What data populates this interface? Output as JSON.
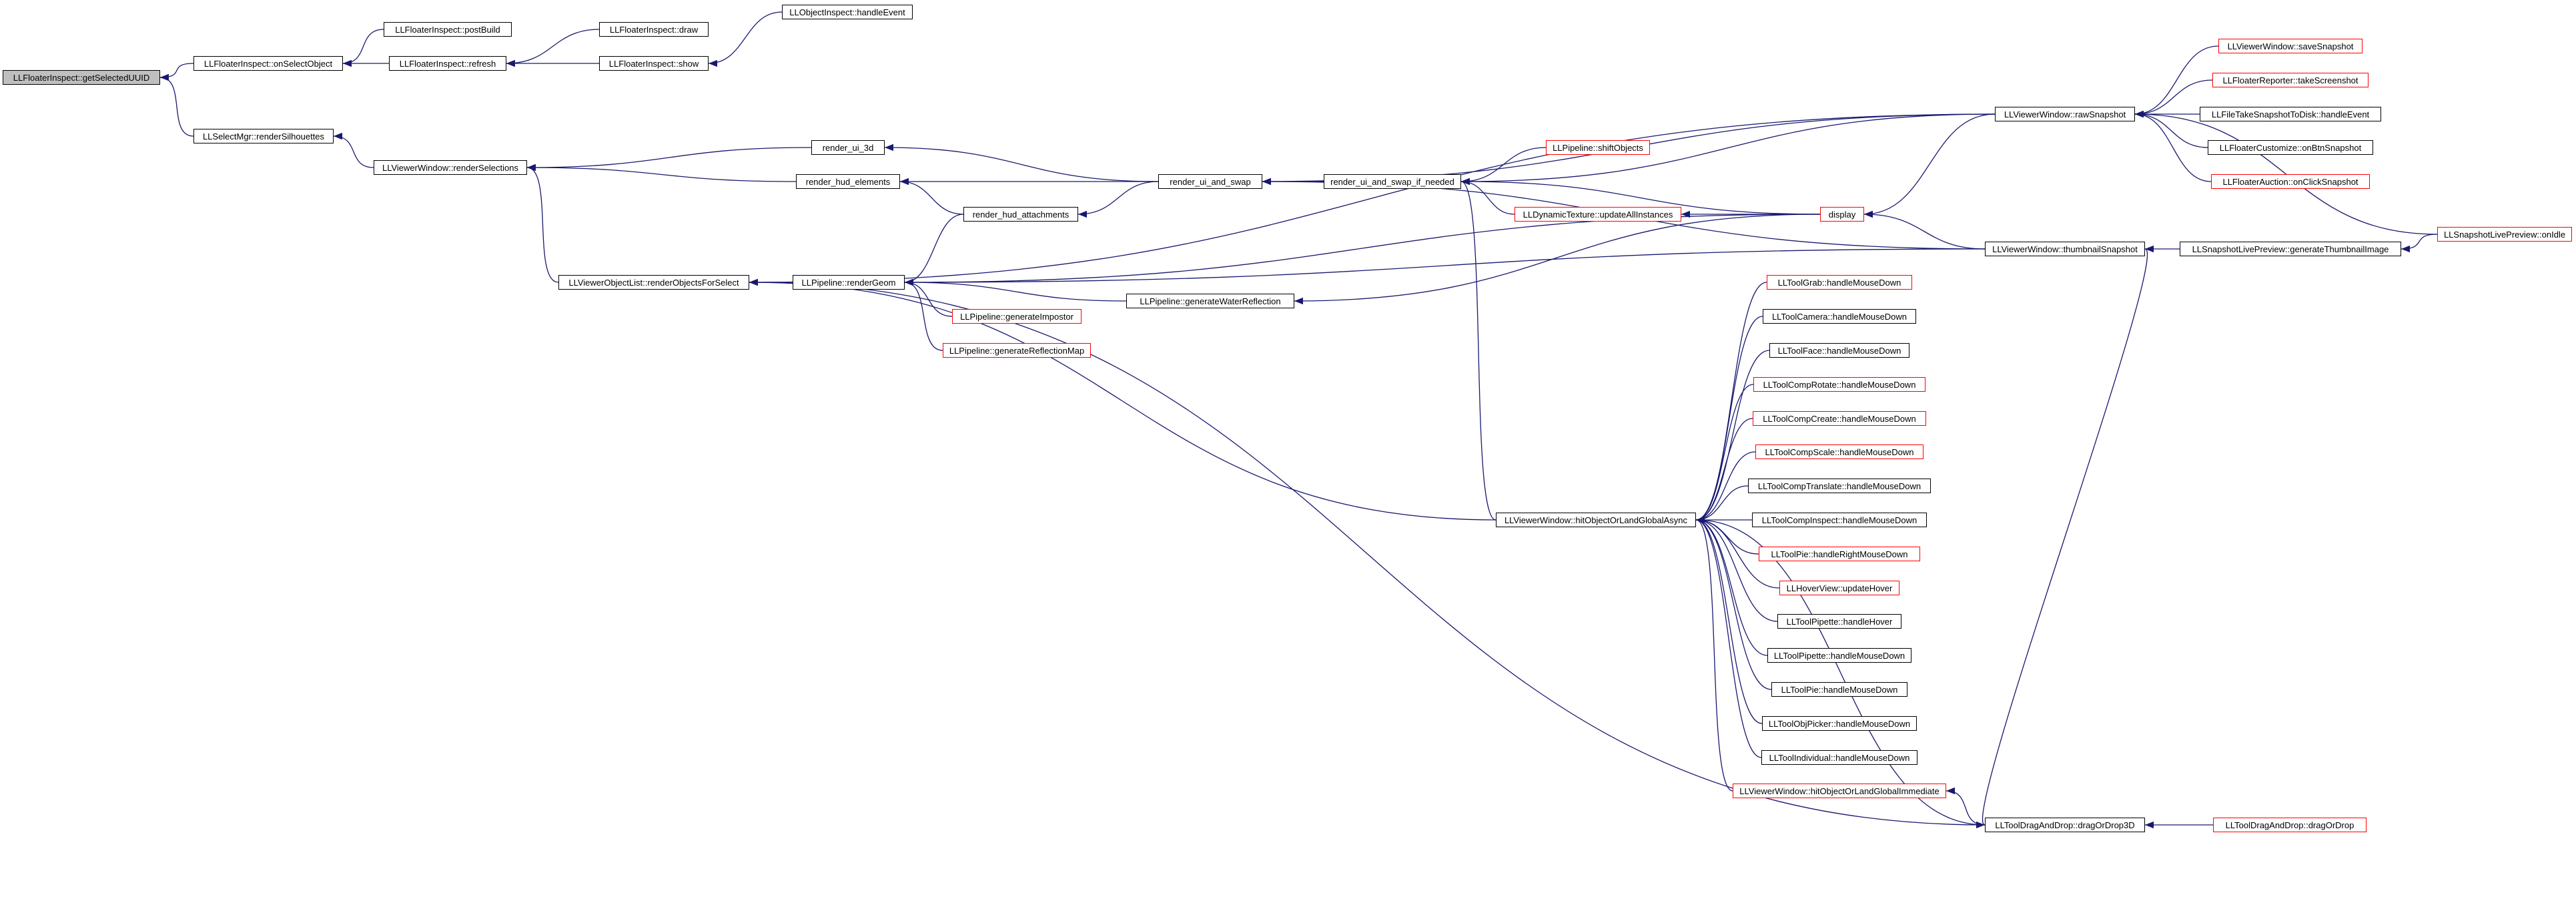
{
  "colors": {
    "edge": "#191970",
    "node_border": "#000000",
    "undocumented_border": "#ff0000",
    "root_fill": "#bfbfbf",
    "background": "#ffffff"
  },
  "nodes": {
    "n1": {
      "label": "LLFloaterInspect::getSelectedUUID",
      "style": "root"
    },
    "n2": {
      "label": "LLFloaterInspect::onSelectObject",
      "style": "black"
    },
    "n3": {
      "label": "LLSelectMgr::renderSilhouettes",
      "style": "black"
    },
    "n4": {
      "label": "LLFloaterInspect::postBuild",
      "style": "black"
    },
    "n5": {
      "label": "LLFloaterInspect::refresh",
      "style": "black"
    },
    "n6": {
      "label": "LLFloaterInspect::draw",
      "style": "black"
    },
    "n7": {
      "label": "LLFloaterInspect::show",
      "style": "black"
    },
    "n8": {
      "label": "LLObjectInspect::handleEvent",
      "style": "black"
    },
    "n9": {
      "label": "LLViewerWindow::renderSelections",
      "style": "black"
    },
    "n10": {
      "label": "render_ui_3d",
      "style": "black"
    },
    "n11": {
      "label": "render_hud_elements",
      "style": "black"
    },
    "n12": {
      "label": "render_hud_attachments",
      "style": "black"
    },
    "n13": {
      "label": "render_ui_and_swap",
      "style": "black"
    },
    "n14": {
      "label": "render_ui_and_swap_if_needed",
      "style": "black"
    },
    "n15": {
      "label": "LLPipeline::shiftObjects",
      "style": "red"
    },
    "n16": {
      "label": "LLDynamicTexture::updateAllInstances",
      "style": "red"
    },
    "n17": {
      "label": "display",
      "style": "red"
    },
    "n18": {
      "label": "LLViewerWindow::rawSnapshot",
      "style": "black"
    },
    "n19": {
      "label": "LLViewerWindow::saveSnapshot",
      "style": "red"
    },
    "n20": {
      "label": "LLFloaterReporter::takeScreenshot",
      "style": "red"
    },
    "n21": {
      "label": "LLFileTakeSnapshotToDisk::handleEvent",
      "style": "black"
    },
    "n22": {
      "label": "LLFloaterCustomize::onBtnSnapshot",
      "style": "black"
    },
    "n23": {
      "label": "LLFloaterAuction::onClickSnapshot",
      "style": "red"
    },
    "n24": {
      "label": "LLSnapshotLivePreview::onIdle",
      "style": "red"
    },
    "n25": {
      "label": "LLViewerObjectList::renderObjectsForSelect",
      "style": "black"
    },
    "n26": {
      "label": "LLPipeline::renderGeom",
      "style": "black"
    },
    "n27": {
      "label": "LLPipeline::generateWaterReflection",
      "style": "black"
    },
    "n28": {
      "label": "LLPipeline::generateImpostor",
      "style": "red"
    },
    "n29": {
      "label": "LLPipeline::generateReflectionMap",
      "style": "red"
    },
    "n30": {
      "label": "LLViewerWindow::thumbnailSnapshot",
      "style": "black"
    },
    "n31": {
      "label": "LLSnapshotLivePreview::generateThumbnailImage",
      "style": "black"
    },
    "n32": {
      "label": "LLViewerWindow::hitObjectOrLandGlobalAsync",
      "style": "black"
    },
    "n33": {
      "label": "LLToolGrab::handleMouseDown",
      "style": "red"
    },
    "n34": {
      "label": "LLToolCamera::handleMouseDown",
      "style": "black"
    },
    "n35": {
      "label": "LLToolFace::handleMouseDown",
      "style": "black"
    },
    "n36": {
      "label": "LLToolCompRotate::handleMouseDown",
      "style": "red"
    },
    "n37": {
      "label": "LLToolCompCreate::handleMouseDown",
      "style": "red"
    },
    "n38": {
      "label": "LLToolCompScale::handleMouseDown",
      "style": "red"
    },
    "n39": {
      "label": "LLToolCompTranslate::handleMouseDown",
      "style": "black"
    },
    "n40": {
      "label": "LLToolCompInspect::handleMouseDown",
      "style": "black"
    },
    "n41": {
      "label": "LLToolPie::handleRightMouseDown",
      "style": "red"
    },
    "n42": {
      "label": "LLHoverView::updateHover",
      "style": "red"
    },
    "n43": {
      "label": "LLToolPipette::handleHover",
      "style": "black"
    },
    "n44": {
      "label": "LLToolPipette::handleMouseDown",
      "style": "black"
    },
    "n45": {
      "label": "LLToolPie::handleMouseDown",
      "style": "black"
    },
    "n46": {
      "label": "LLToolObjPicker::handleMouseDown",
      "style": "black"
    },
    "n47": {
      "label": "LLToolIndividual::handleMouseDown",
      "style": "black"
    },
    "n48": {
      "label": "LLViewerWindow::hitObjectOrLandGlobalImmediate",
      "style": "red"
    },
    "n49": {
      "label": "LLToolDragAndDrop::dragOrDrop3D",
      "style": "black"
    },
    "n50": {
      "label": "LLToolDragAndDrop::dragOrDrop",
      "style": "red"
    }
  },
  "edges": [
    [
      "n2",
      "n1"
    ],
    [
      "n3",
      "n1"
    ],
    [
      "n4",
      "n2"
    ],
    [
      "n5",
      "n2"
    ],
    [
      "n6",
      "n5"
    ],
    [
      "n7",
      "n5"
    ],
    [
      "n8",
      "n7"
    ],
    [
      "n9",
      "n3"
    ],
    [
      "n10",
      "n9"
    ],
    [
      "n11",
      "n9"
    ],
    [
      "n25",
      "n9"
    ],
    [
      "n12",
      "n11"
    ],
    [
      "n13",
      "n10"
    ],
    [
      "n13",
      "n11"
    ],
    [
      "n13",
      "n12"
    ],
    [
      "n14",
      "n13"
    ],
    [
      "n18",
      "n13"
    ],
    [
      "n30",
      "n13"
    ],
    [
      "n17",
      "n14"
    ],
    [
      "n18",
      "n14"
    ],
    [
      "n15",
      "n14"
    ],
    [
      "n16",
      "n14"
    ],
    [
      "n17",
      "n16"
    ],
    [
      "n18",
      "n17"
    ],
    [
      "n30",
      "n17"
    ],
    [
      "n19",
      "n18"
    ],
    [
      "n20",
      "n18"
    ],
    [
      "n21",
      "n18"
    ],
    [
      "n22",
      "n18"
    ],
    [
      "n23",
      "n18"
    ],
    [
      "n24",
      "n18"
    ],
    [
      "n18",
      "n25"
    ],
    [
      "n26",
      "n25"
    ],
    [
      "n32",
      "n25"
    ],
    [
      "n49",
      "n25"
    ],
    [
      "n12",
      "n26"
    ],
    [
      "n17",
      "n26"
    ],
    [
      "n27",
      "n26"
    ],
    [
      "n28",
      "n26"
    ],
    [
      "n29",
      "n26"
    ],
    [
      "n30",
      "n26"
    ],
    [
      "n17",
      "n27"
    ],
    [
      "n31",
      "n30"
    ],
    [
      "n24",
      "n31"
    ],
    [
      "n32",
      "n14"
    ],
    [
      "n33",
      "n32"
    ],
    [
      "n34",
      "n32"
    ],
    [
      "n35",
      "n32"
    ],
    [
      "n36",
      "n32"
    ],
    [
      "n37",
      "n32"
    ],
    [
      "n38",
      "n32"
    ],
    [
      "n39",
      "n32"
    ],
    [
      "n40",
      "n32"
    ],
    [
      "n41",
      "n32"
    ],
    [
      "n42",
      "n32"
    ],
    [
      "n43",
      "n32"
    ],
    [
      "n44",
      "n32"
    ],
    [
      "n45",
      "n32"
    ],
    [
      "n46",
      "n32"
    ],
    [
      "n47",
      "n32"
    ],
    [
      "n48",
      "n32"
    ],
    [
      "n49",
      "n32"
    ],
    [
      "n30",
      "n49"
    ],
    [
      "n49",
      "n48"
    ],
    [
      "n50",
      "n49"
    ]
  ]
}
